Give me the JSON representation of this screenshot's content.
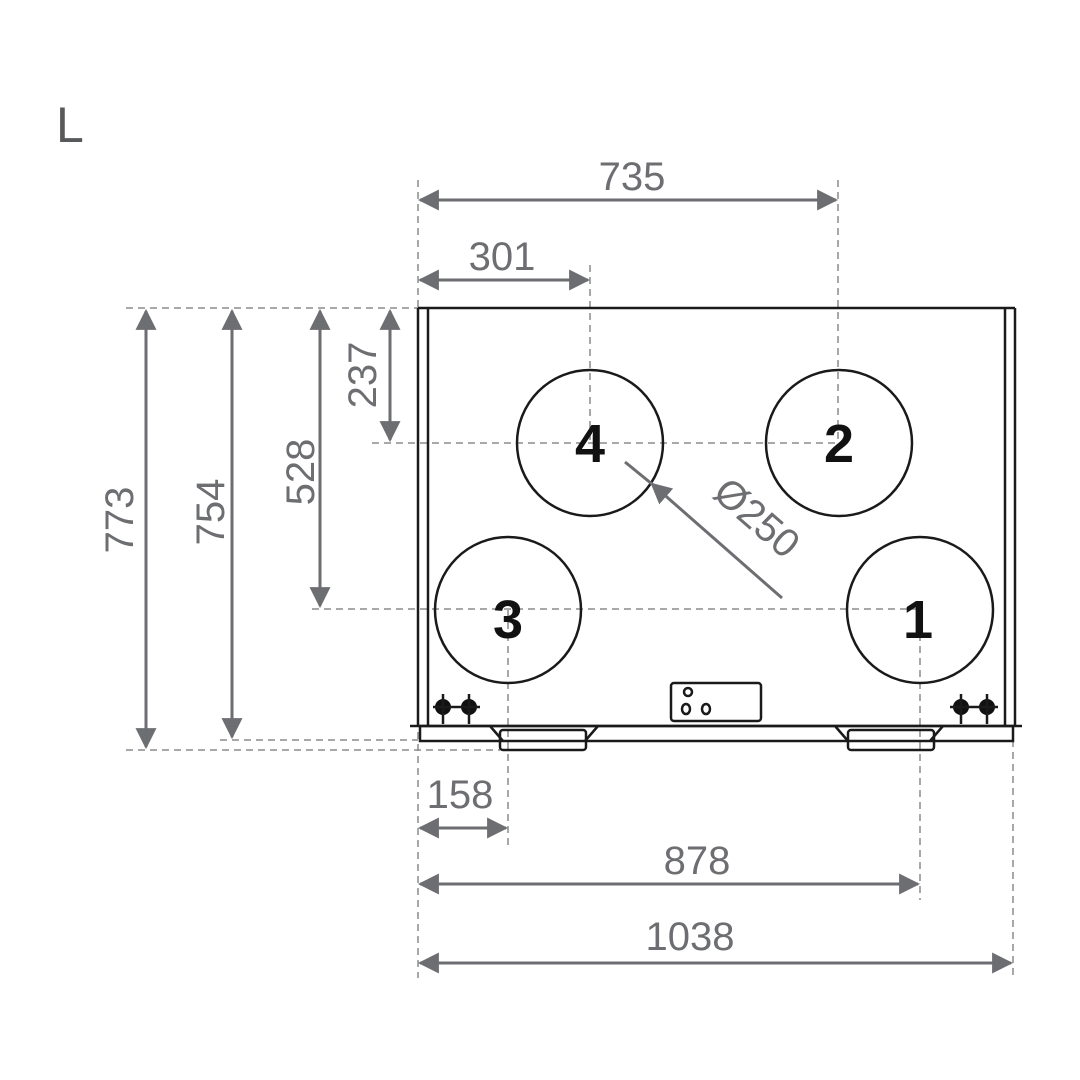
{
  "title": "L",
  "ports": [
    "1",
    "2",
    "3",
    "4"
  ],
  "dimensions": {
    "top_span": "735",
    "top_inner": "301",
    "height_total": "773",
    "height_body": "754",
    "height_lower_ports": "528",
    "height_upper_ports": "237",
    "bottom_offset": "158",
    "bottom_span": "878",
    "width_total": "1038",
    "diameter": "Ø250"
  },
  "colors": {
    "dimension": "#6d6e71",
    "outline": "#1a1a1a"
  }
}
